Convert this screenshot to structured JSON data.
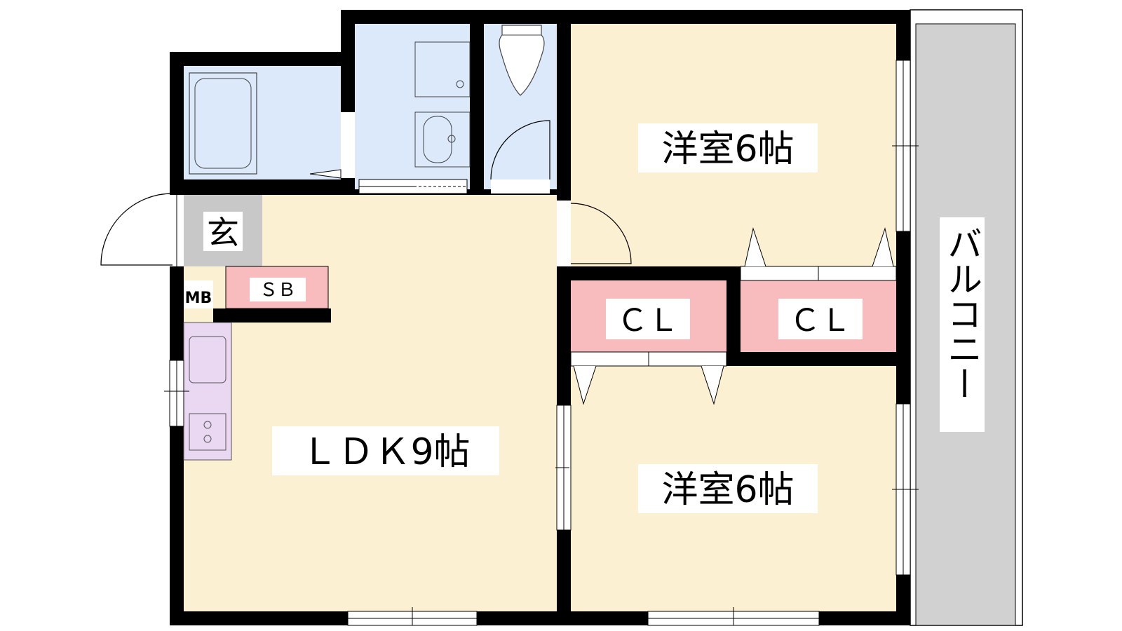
{
  "colors": {
    "wall": "#000000",
    "room": "#fcf0d2",
    "wet": "#dbe9fb",
    "closet": "#f8bcbe",
    "entry": "#c8c8c8",
    "kitchen": "#ead8f2",
    "balcony": "#d1d1d1",
    "label_bg": "#ffffff"
  },
  "rooms": {
    "ldk": "ＬＤＫ9帖",
    "western_upper": "洋室6帖",
    "western_lower": "洋室6帖",
    "closet_left": "ＣＬ",
    "closet_right": "ＣＬ",
    "shoe_box": "ＳＢ",
    "entrance": "玄",
    "meter_box": "MB",
    "balcony": "バルコニー"
  }
}
